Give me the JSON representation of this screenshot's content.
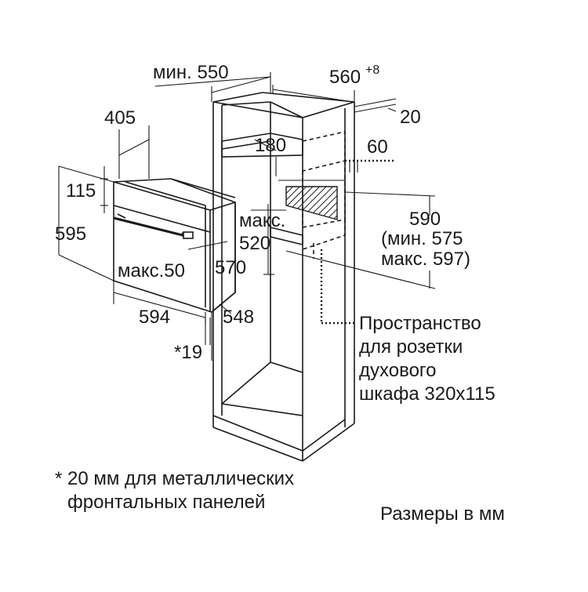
{
  "dimensions": {
    "min_550": "мин. 550",
    "d560": "560",
    "d560_sup": "+8",
    "d20": "20",
    "d405": "405",
    "d180": "180",
    "d60": "60",
    "d115": "115",
    "d595": "595",
    "maks": "макс.",
    "d520": "520",
    "d590": "590",
    "min_575": "(мин. 575",
    "max_597": "макс. 597)",
    "max_50": "макс.50",
    "d570": "570",
    "d594": "594",
    "d548": "548",
    "d19": "*19"
  },
  "socket_note": [
    "Пространство",
    "для розетки",
    "духового",
    "шкафа 320x115"
  ],
  "footnote": [
    "* 20 мм для металлических",
    "фронтальных панелей"
  ],
  "units_note": "Размеры в мм"
}
